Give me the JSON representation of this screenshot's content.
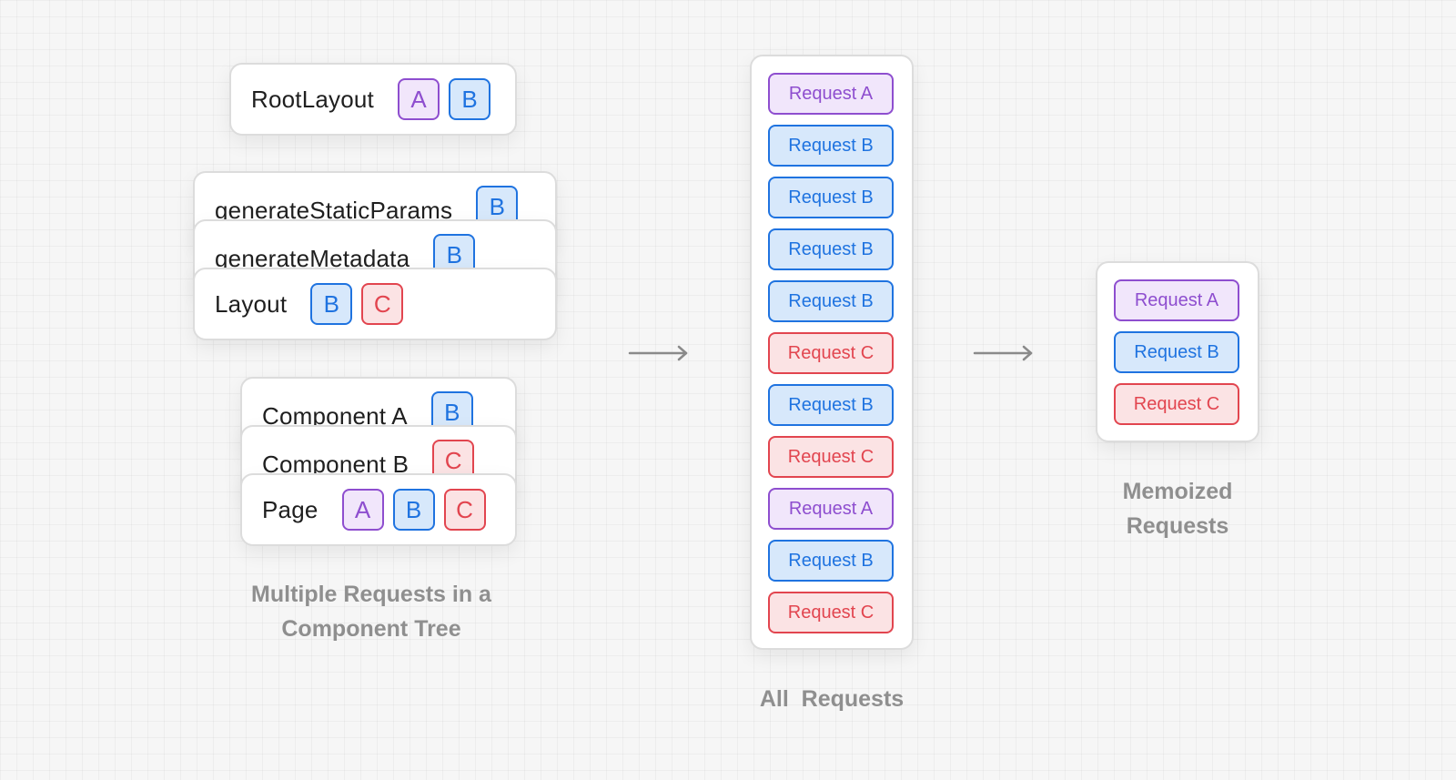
{
  "component_tree": {
    "root_layout": {
      "label": "RootLayout",
      "badges": [
        "A",
        "B"
      ]
    },
    "generate_static_params": {
      "label": "generateStaticParams",
      "badges": [
        "B"
      ]
    },
    "generate_metadata": {
      "label": "generateMetadata",
      "badges": [
        "B"
      ]
    },
    "layout": {
      "label": "Layout",
      "badges": [
        "B",
        "C"
      ]
    },
    "component_a": {
      "label": "Component A",
      "badges": [
        "B"
      ]
    },
    "component_b": {
      "label": "Component B",
      "badges": [
        "C"
      ]
    },
    "page": {
      "label": "Page",
      "badges": [
        "A",
        "B",
        "C"
      ]
    },
    "caption_line1": "Multiple Requests in a",
    "caption_line2": "Component Tree"
  },
  "all_requests": {
    "items": [
      {
        "label": "Request A",
        "kind": "a"
      },
      {
        "label": "Request B",
        "kind": "b"
      },
      {
        "label": "Request B",
        "kind": "b"
      },
      {
        "label": "Request B",
        "kind": "b"
      },
      {
        "label": "Request B",
        "kind": "b"
      },
      {
        "label": "Request C",
        "kind": "c"
      },
      {
        "label": "Request B",
        "kind": "b"
      },
      {
        "label": "Request C",
        "kind": "c"
      },
      {
        "label": "Request A",
        "kind": "a"
      },
      {
        "label": "Request B",
        "kind": "b"
      },
      {
        "label": "Request C",
        "kind": "c"
      }
    ],
    "caption": "All  Requests"
  },
  "memoized": {
    "items": [
      {
        "label": "Request A",
        "kind": "a"
      },
      {
        "label": "Request B",
        "kind": "b"
      },
      {
        "label": "Request C",
        "kind": "c"
      }
    ],
    "caption_line1": "Memoized",
    "caption_line2": "Requests"
  },
  "colors": {
    "request_a": "#8e4ecf",
    "request_b": "#1f73e0",
    "request_c": "#e2454f"
  }
}
